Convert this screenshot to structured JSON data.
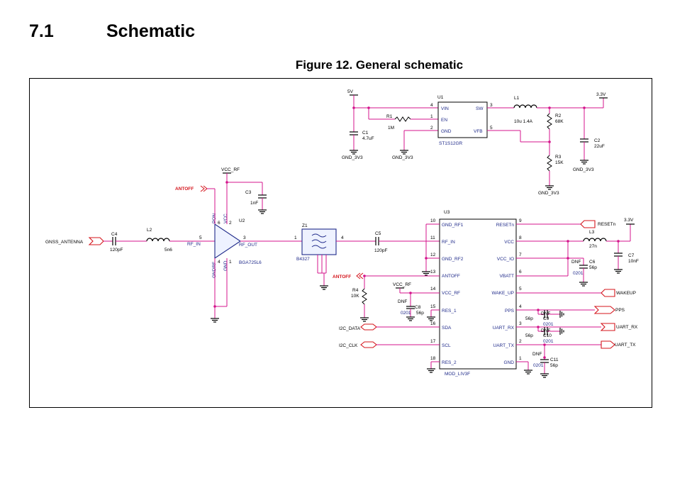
{
  "section": {
    "number": "7.1",
    "title": "Schematic"
  },
  "figure_caption": "Figure 12. General schematic",
  "schematic": {
    "power": {
      "v5": "5V",
      "v33_top": "3.3V",
      "v33_right": "3.3V",
      "gnd_3v3_a": "GND_3V3",
      "gnd_3v3_b": "GND_3V3",
      "gnd_3v3_c": "GND_3V3",
      "gnd_3v3_d": "GND_3V3",
      "vcc_rf_a": "VCC_RF",
      "vcc_rf_b": "VCC_RF"
    },
    "u1": {
      "ref": "U1",
      "part": "ST1S12GR",
      "pins": {
        "vin": "VIN",
        "en": "EN",
        "gnd": "GND",
        "sw": "SW",
        "vfb": "VFB"
      },
      "pin_numbers": {
        "vin": "4",
        "en": "1",
        "gnd": "2",
        "sw": "3",
        "vfb": "5"
      }
    },
    "components": {
      "r1": {
        "ref": "R1",
        "value": "1M"
      },
      "c1": {
        "ref": "C1",
        "value": "4.7uF"
      },
      "l1": {
        "ref": "L1",
        "value": "10u 1.4A"
      },
      "r2": {
        "ref": "R2",
        "value": "68K"
      },
      "r3": {
        "ref": "R3",
        "value": "15K"
      },
      "c2": {
        "ref": "C2",
        "value": "22uF"
      },
      "c3": {
        "ref": "C3",
        "value": "1nF"
      },
      "c4": {
        "ref": "C4",
        "value": "120pF"
      },
      "l2": {
        "ref": "L2",
        "value": "5n6"
      },
      "c5": {
        "ref": "C5",
        "value": "120pF"
      },
      "r4": {
        "ref": "R4",
        "value": "10K"
      },
      "c8": {
        "ref": "C8",
        "value": "56p",
        "dnf": "DNF",
        "pkg": "0201"
      },
      "l3": {
        "ref": "L3",
        "value": "27n"
      },
      "c7": {
        "ref": "C7",
        "value": "10nF"
      },
      "c6": {
        "ref": "C6",
        "value": "56p",
        "dnf": "DNF",
        "pkg": "0201"
      },
      "c9": {
        "ref": "C9",
        "value": "56p",
        "dnf": "DNF",
        "pkg": "0201"
      },
      "c10": {
        "ref": "C10",
        "value": "56p",
        "dnf": "DNF",
        "pkg": "0201"
      },
      "c11": {
        "ref": "C11",
        "value": "56p",
        "dnf": "DNF",
        "pkg": "0201"
      }
    },
    "u2": {
      "ref": "U2",
      "part": "BGA725L6",
      "pins": {
        "rf_in": "RF_IN",
        "rf_out": "RF_OUT",
        "pon": "PON",
        "vcc": "VCC",
        "gndrf": "GNDRF",
        "gnd": "GND"
      },
      "pin_numbers": {
        "rf_in": "5",
        "rf_out": "3",
        "pon": "6",
        "vcc": "2",
        "gndrf": "1",
        "gnd": "4"
      }
    },
    "z1": {
      "ref": "Z1",
      "part": "B4327",
      "pin_in": "1",
      "pin_out": "4"
    },
    "u3": {
      "ref": "U3",
      "part": "MOD_LIV3F",
      "left_pins": [
        {
          "num": "10",
          "name": "GND_RF1"
        },
        {
          "num": "11",
          "name": "RF_IN"
        },
        {
          "num": "12",
          "name": "GND_RF2"
        },
        {
          "num": "13",
          "name": "ANTOFF"
        },
        {
          "num": "14",
          "name": "VCC_RF"
        },
        {
          "num": "15",
          "name": "RES_1"
        },
        {
          "num": "16",
          "name": "SDA"
        },
        {
          "num": "17",
          "name": "SCL"
        },
        {
          "num": "18",
          "name": "RES_2"
        }
      ],
      "right_pins": [
        {
          "num": "9",
          "name": "RESETn"
        },
        {
          "num": "8",
          "name": "VCC"
        },
        {
          "num": "7",
          "name": "VCC_IO"
        },
        {
          "num": "6",
          "name": "VBATT"
        },
        {
          "num": "5",
          "name": "WAKE_UP"
        },
        {
          "num": "4",
          "name": "PPS"
        },
        {
          "num": "3",
          "name": "UART_RX"
        },
        {
          "num": "2",
          "name": "UART_TX"
        },
        {
          "num": "1",
          "name": "GND"
        }
      ]
    },
    "nets": {
      "gnss_antenna": "GNSS_ANTENNA",
      "antoff_a": "ANTOFF",
      "antoff_b": "ANTOFF",
      "i2c_data": "I2C_DATA",
      "i2c_clk": "I2C_CLK",
      "resetn": "RESETn",
      "wakeup": "WAKEUP",
      "pps": "PPS",
      "uart_rx": "UART_RX",
      "uart_tx": "UART_TX"
    }
  },
  "colors": {
    "wire": "#d4148c",
    "pin": "#1f2a8a",
    "net_label": "#d4141b",
    "junction": "#d4148c"
  }
}
